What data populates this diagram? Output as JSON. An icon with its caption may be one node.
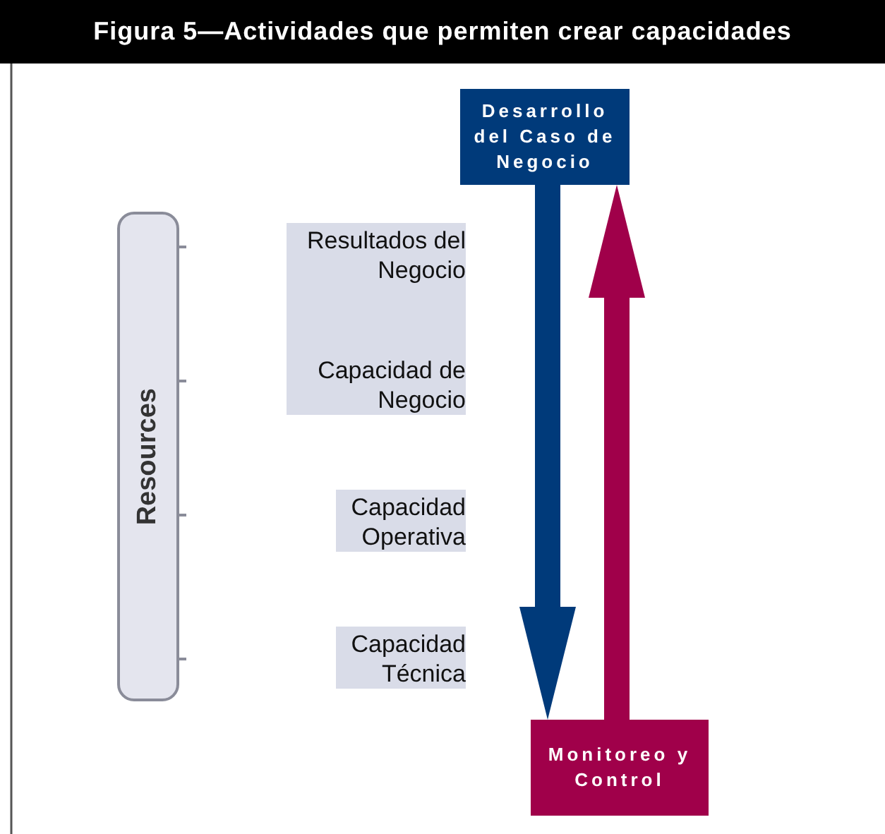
{
  "diagram": {
    "title": "Figura 5—Actividades que permiten crear capacidades",
    "nodes": [
      {
        "text": [
          "Desarrollo del Caso de Negocio"
        ]
      },
      {
        "text": [
          "Resources"
        ]
      },
      {
        "text": [
          "Resultados del Negocio"
        ]
      },
      {
        "text": [
          "Capacidad de Negocio"
        ]
      },
      {
        "text": [
          "Capacidad Operativa"
        ]
      },
      {
        "text": [
          "Capacidad Técnica"
        ]
      },
      {
        "text": [
          "Monitoreo y Control"
        ]
      }
    ],
    "edges": [
      {
        "from": 0,
        "to": 6,
        "arrow": "to",
        "color": "#003a7a"
      },
      {
        "from": 6,
        "to": 0,
        "arrow": "to",
        "color": "#a0004a"
      }
    ]
  }
}
